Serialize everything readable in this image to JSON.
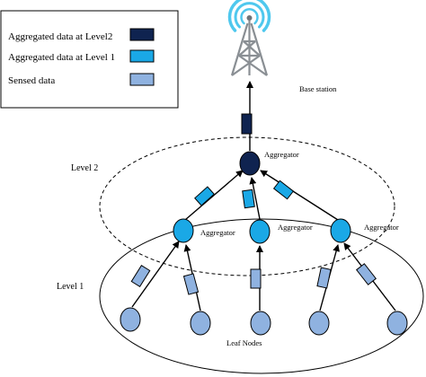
{
  "legend": {
    "items": [
      {
        "label": "Aggregated data at Level2",
        "color": "#0f2350"
      },
      {
        "label": "Aggregated data at Level 1",
        "color": "#1aa8e6"
      },
      {
        "label": "Sensed data",
        "color": "#8fb2e0"
      }
    ]
  },
  "labels": {
    "base_station": "Base station",
    "level2": "Level 2",
    "level1": "Level 1",
    "aggregator_top": "Aggregator",
    "aggregator_left": "Aggregator",
    "aggregator_mid": "Aggregator",
    "aggregator_right": "Aggregator",
    "leaf_nodes": "Leaf Nodes"
  },
  "colors": {
    "level2_node": "#0f2350",
    "level1_node": "#1aa8e6",
    "leaf_node": "#8fb2e0",
    "tower": "#8a8f94",
    "signal": "#4fc8ee"
  }
}
